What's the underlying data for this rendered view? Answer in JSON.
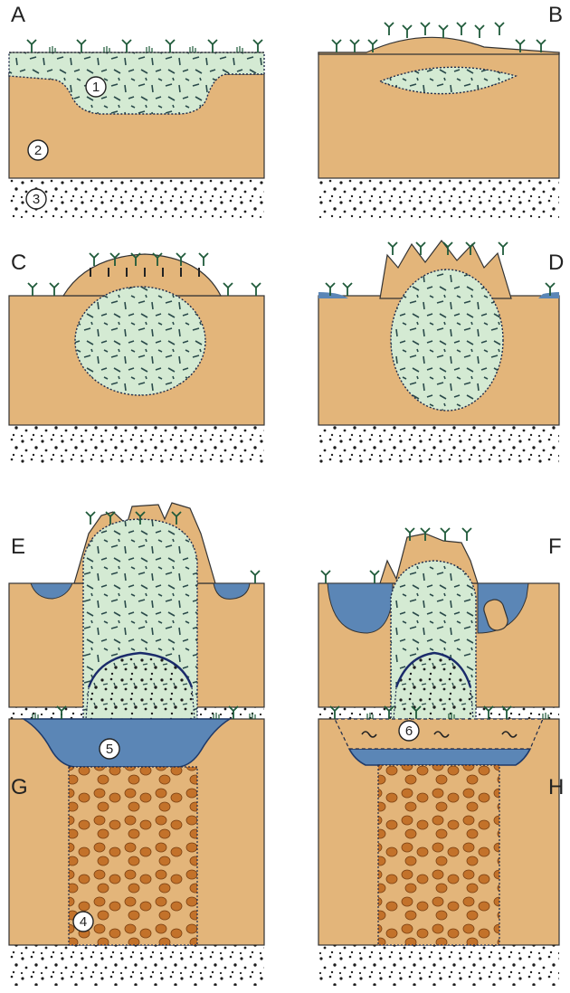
{
  "panels": [
    {
      "letter": "A"
    },
    {
      "letter": "B"
    },
    {
      "letter": "C"
    },
    {
      "letter": "D"
    },
    {
      "letter": "E"
    },
    {
      "letter": "F"
    },
    {
      "letter": "G"
    },
    {
      "letter": "H"
    }
  ],
  "markers": {
    "m1": "1",
    "m2": "2",
    "m3": "3",
    "m4": "4",
    "m5": "5",
    "m6": "6"
  },
  "colors": {
    "soil": "#e3b57a",
    "ice": "#d4ead3",
    "water": "#5b86b6",
    "gravel_dots": "#1e1e1e",
    "ice_dash": "#2a4a4a",
    "plants": "#1f5a3a",
    "debris": "#c3722a",
    "outline": "#333333"
  }
}
